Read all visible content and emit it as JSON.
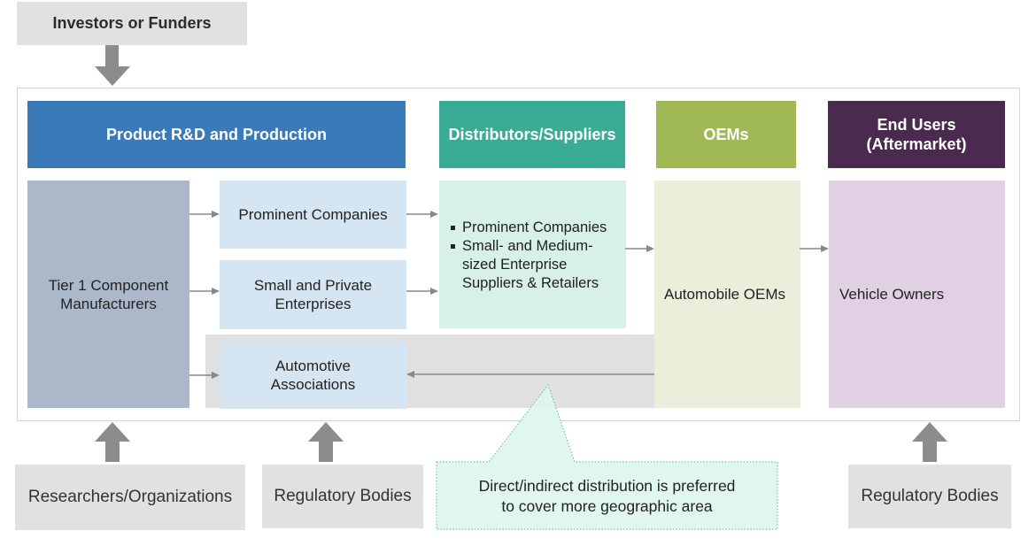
{
  "diagram": {
    "title": "Automotive aftermarket ecosystem",
    "top_source": {
      "label": "Investors or Funders"
    },
    "headers": {
      "rd": "Product R&D and Production",
      "distributors": "Distributors/Suppliers",
      "oems": "OEMs",
      "end_users_line1": "End Users",
      "end_users_line2": "(Aftermarket)"
    },
    "nodes": {
      "tier1_line1": "Tier 1 Component",
      "tier1_line2": "Manufacturers",
      "prominent": "Prominent Companies",
      "small_private_line1": "Small and Private",
      "small_private_line2": "Enterprises",
      "associations_line1": "Automotive",
      "associations_line2": "Associations",
      "distributor_bullets": [
        "Prominent Companies",
        "Small- and Medium-sized Enterprise Suppliers & Retailers"
      ],
      "automobile_oems": "Automobile OEMs",
      "vehicle_owners": "Vehicle Owners"
    },
    "bottom_sources": [
      {
        "label": "Researchers/Organizations"
      },
      {
        "label": "Regulatory Bodies"
      },
      {
        "label": "Regulatory Bodies"
      }
    ],
    "callout": {
      "line1": "Direct/indirect distribution is preferred",
      "line2": "to cover more geographic area"
    },
    "colors": {
      "rd_header": "#3a7ab8",
      "distributors_header": "#3aab94",
      "oems_header": "#a0b954",
      "end_users_header": "#4a2a4e",
      "tier1": "#abb8ca",
      "rd_cells": "#d6e5f2",
      "distributor_cell": "#d7f0ea",
      "oem_cell": "#eaefdc",
      "end_user_cell": "#e1cfe4",
      "arrow_gray": "#888888",
      "callout_fill": "#e0f5f0",
      "callout_border": "#6cc4b1"
    }
  }
}
